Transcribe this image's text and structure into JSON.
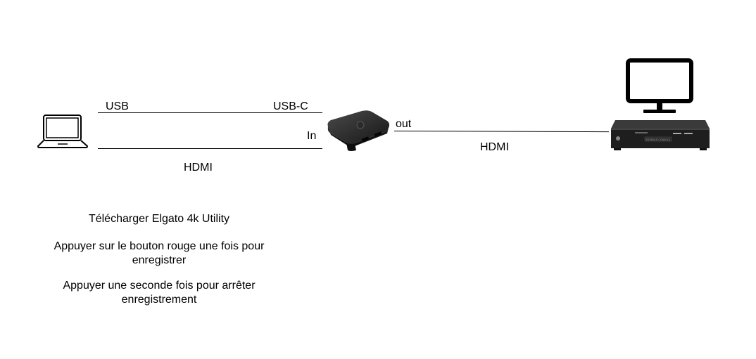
{
  "connections": {
    "usb_label": "USB",
    "usbc_label": "USB-C",
    "in_label": "In",
    "hdmi_left_label": "HDMI",
    "out_label": "out",
    "hdmi_right_label": "HDMI"
  },
  "device": {
    "console_label": "ESSENCE CONSOLE"
  },
  "instructions": {
    "step1": "Télécharger Elgato 4k Utility",
    "step2": "Appuyer sur le bouton rouge une fois pour enregistrer",
    "step3": "Appuyer une seconde fois pour arrêter enregistrement"
  },
  "colors": {
    "line": "#000000",
    "device_dark": "#1e1e1e",
    "capture_card": "#232323"
  },
  "icons": [
    "laptop-icon",
    "capture-card-icon",
    "monitor-icon",
    "console-icon"
  ]
}
